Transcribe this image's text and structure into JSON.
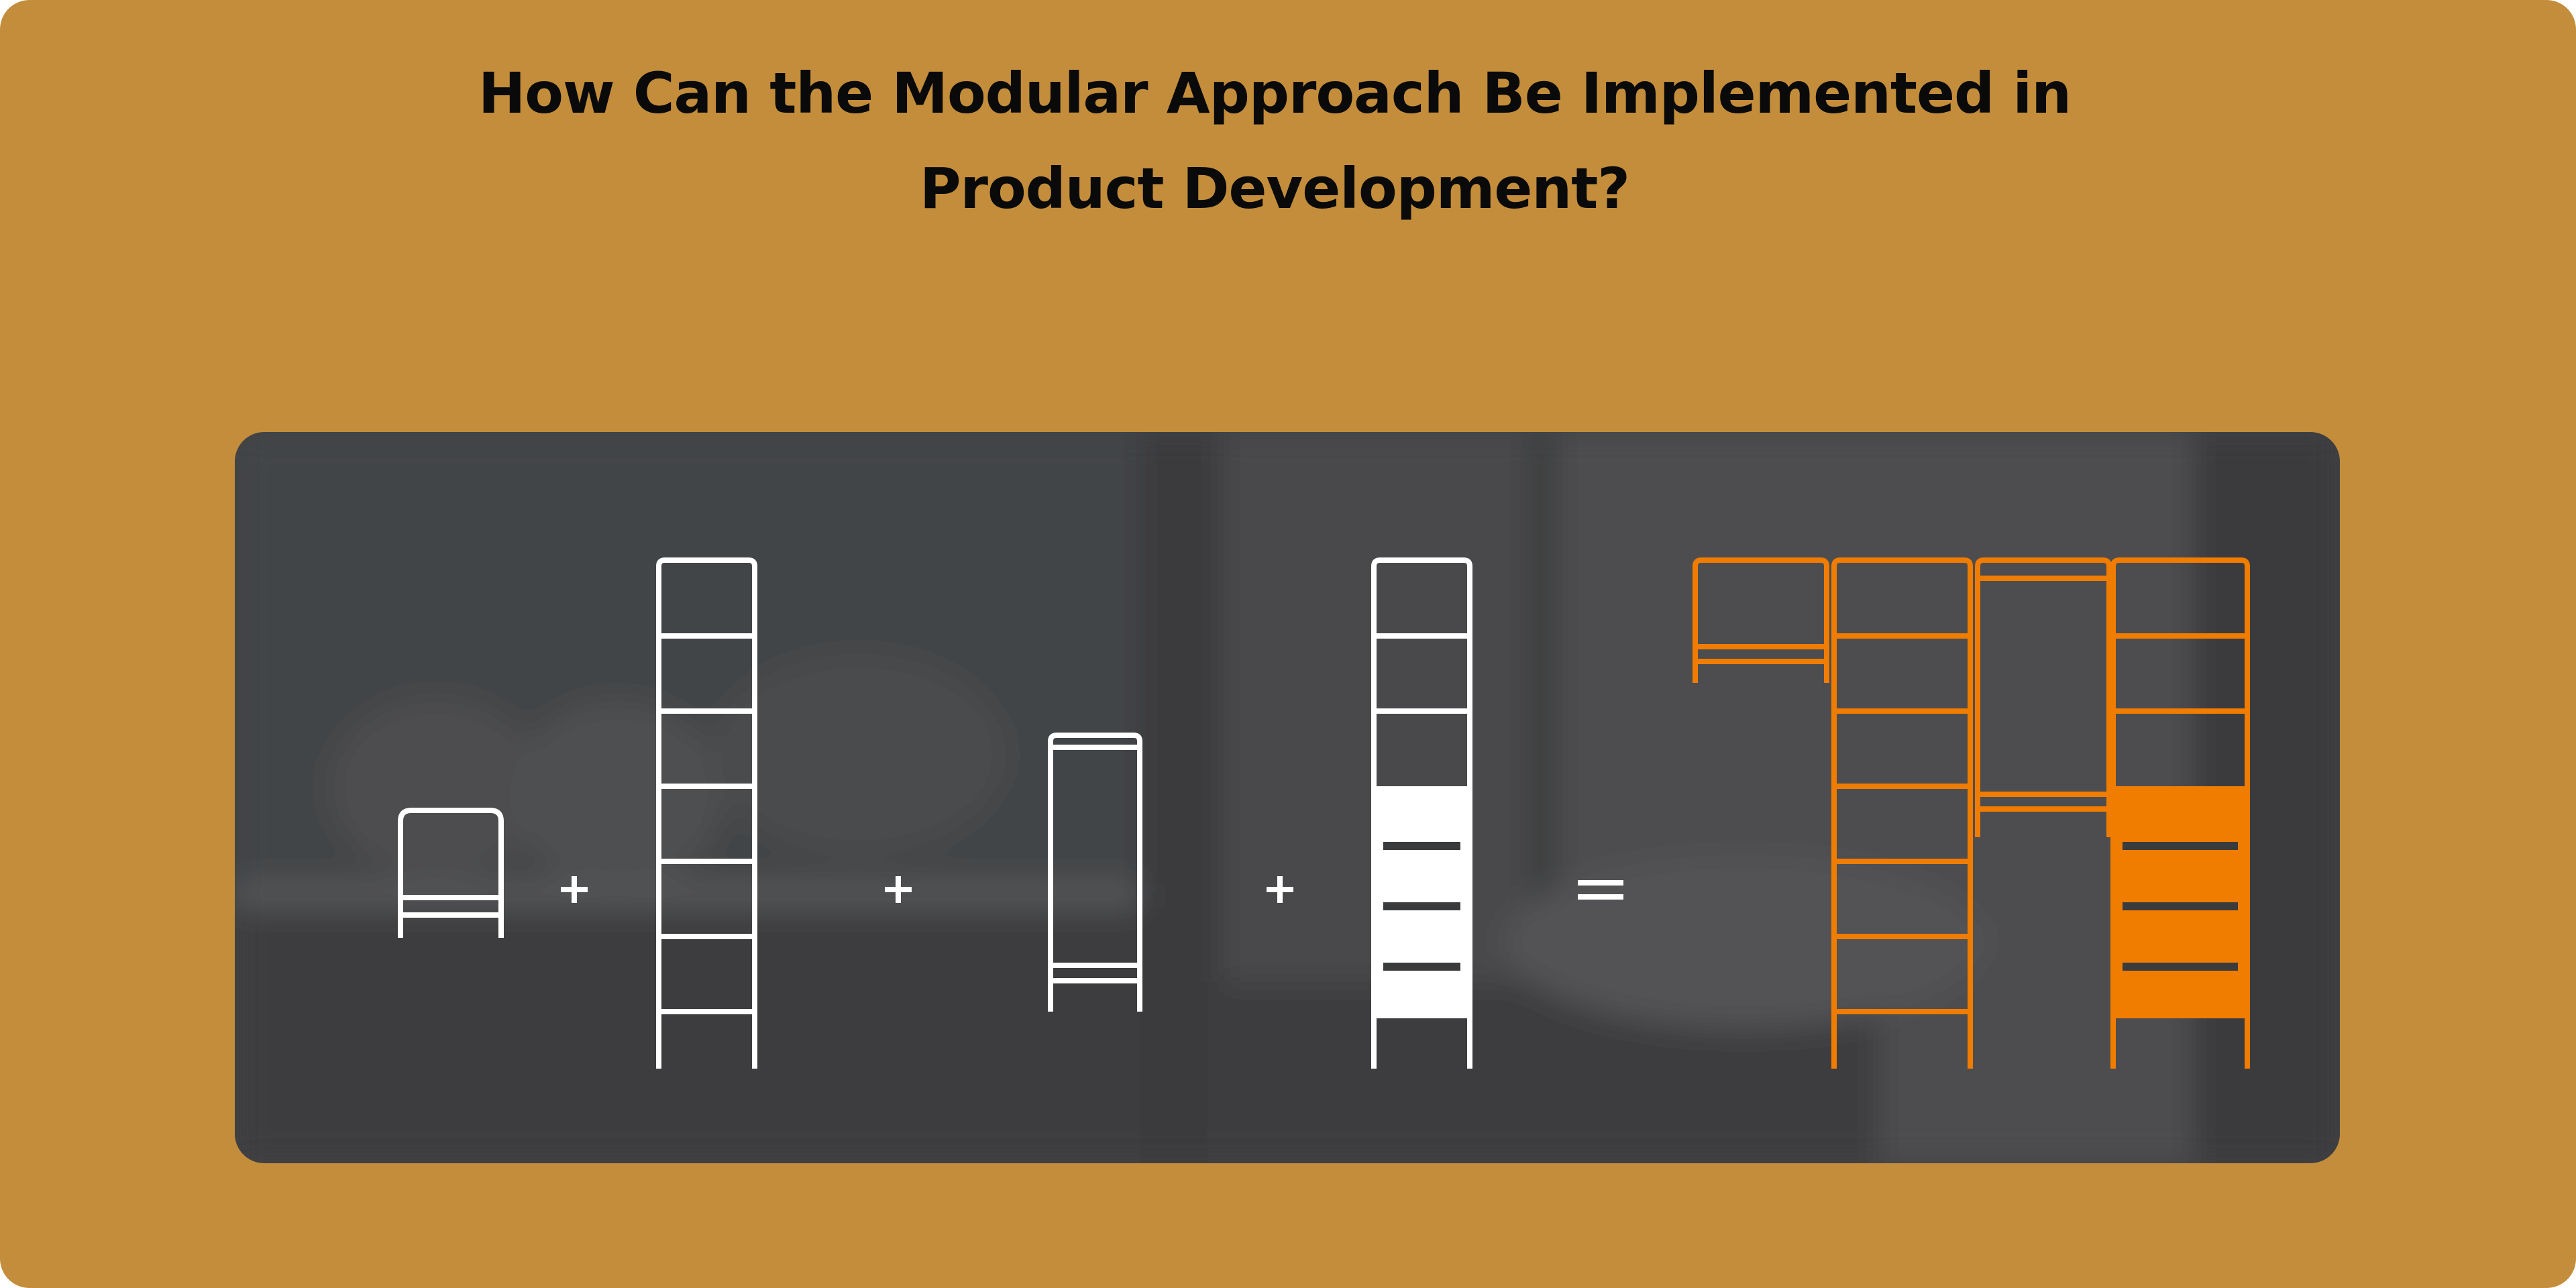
{
  "title": {
    "line1": "How Can the Modular Approach Be Implemented in",
    "line2": "Product Development?"
  },
  "operators": [
    "+",
    "+",
    "+",
    "="
  ],
  "colors": {
    "background": "#c38d3b",
    "panel": "#424345",
    "module_outline": "#ffffff",
    "assembled": "#f07c00",
    "title_text": "#0a0a0a"
  },
  "modules": [
    {
      "icon": "small-shelf-module-icon",
      "type": "small-shelf"
    },
    {
      "icon": "tall-ladder-module-icon",
      "type": "tall-ladder"
    },
    {
      "icon": "medium-frame-module-icon",
      "type": "medium-frame"
    },
    {
      "icon": "tall-drawer-module-icon",
      "type": "tall-drawer"
    }
  ],
  "result": {
    "icon": "assembled-closet-system-icon",
    "type": "assembled-system"
  }
}
